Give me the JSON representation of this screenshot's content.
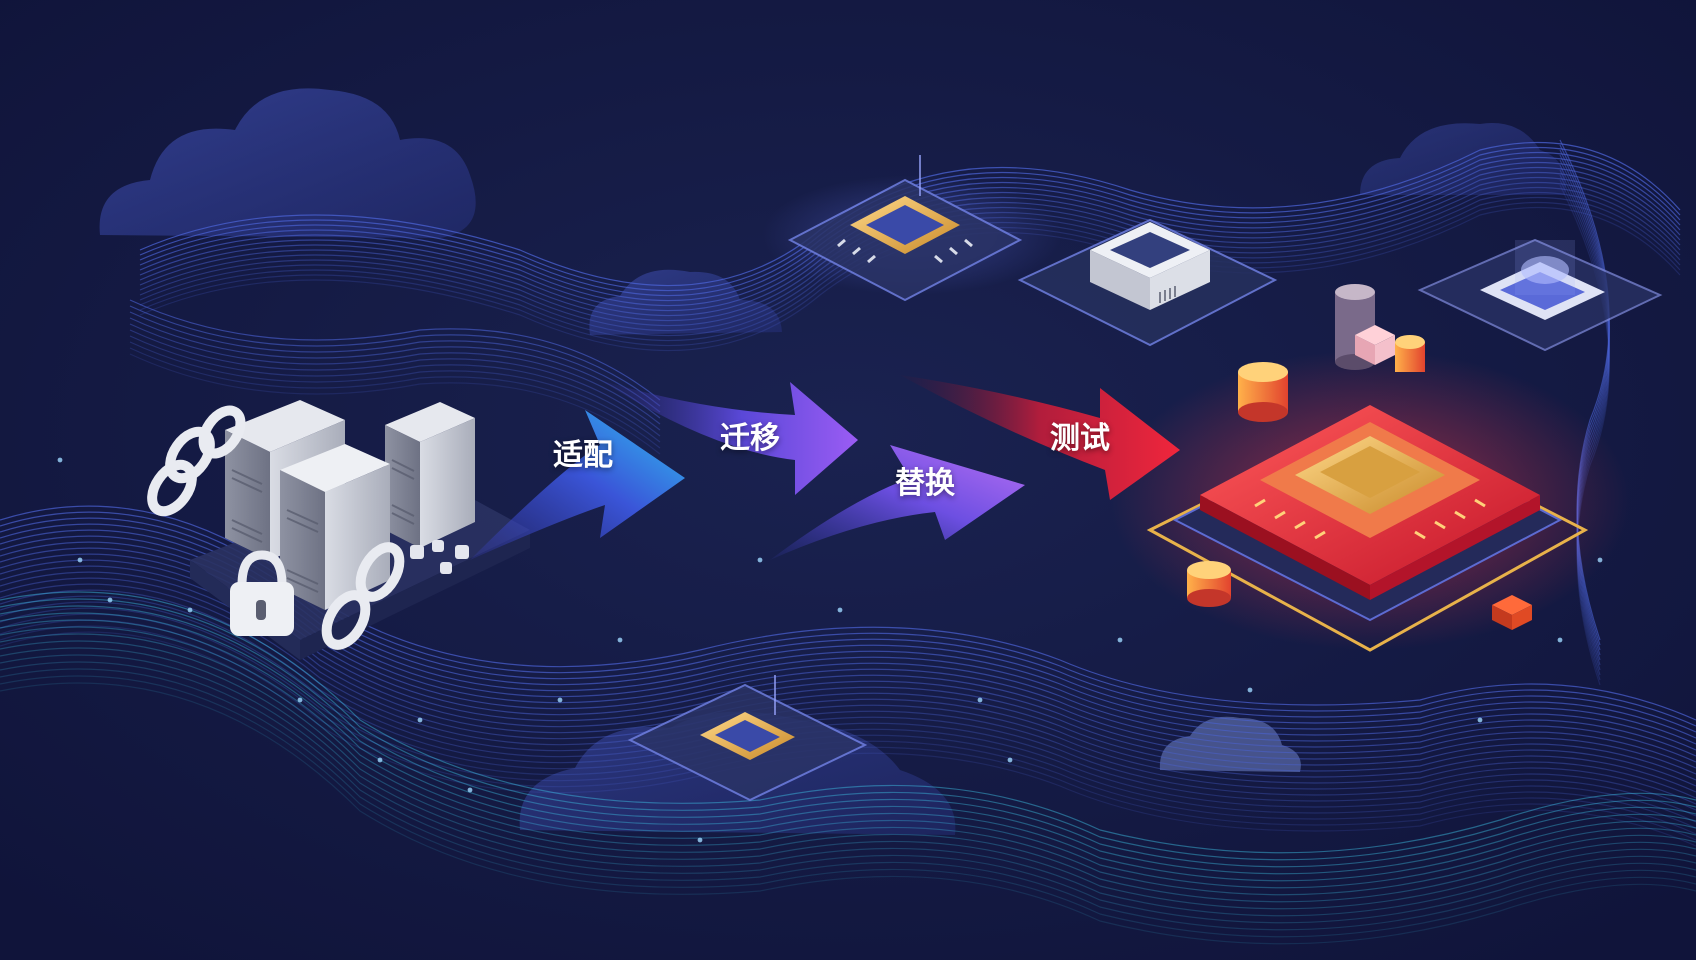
{
  "steps": [
    {
      "id": "adapt",
      "label": "适配",
      "color_from": "#3a4bd8",
      "color_to": "#2fb6f0"
    },
    {
      "id": "migrate",
      "label": "迁移",
      "color_from": "#3b3fb8",
      "color_to": "#8d5cf0"
    },
    {
      "id": "replace",
      "label": "替换",
      "color_from": "#4a3fc8",
      "color_to": "#b46cf0"
    },
    {
      "id": "test",
      "label": "测试",
      "color_from": "#5a1f3a",
      "color_to": "#e8243c"
    }
  ],
  "colors": {
    "background": "#141a3a",
    "cloud": "#2a3580",
    "wave_lines": "#4b63d6",
    "wave_cyan": "#3ec6e8",
    "chip_gold": "#e8b24a",
    "chip_red": "#e32a3a",
    "server_gray": "#c9ccd6"
  }
}
